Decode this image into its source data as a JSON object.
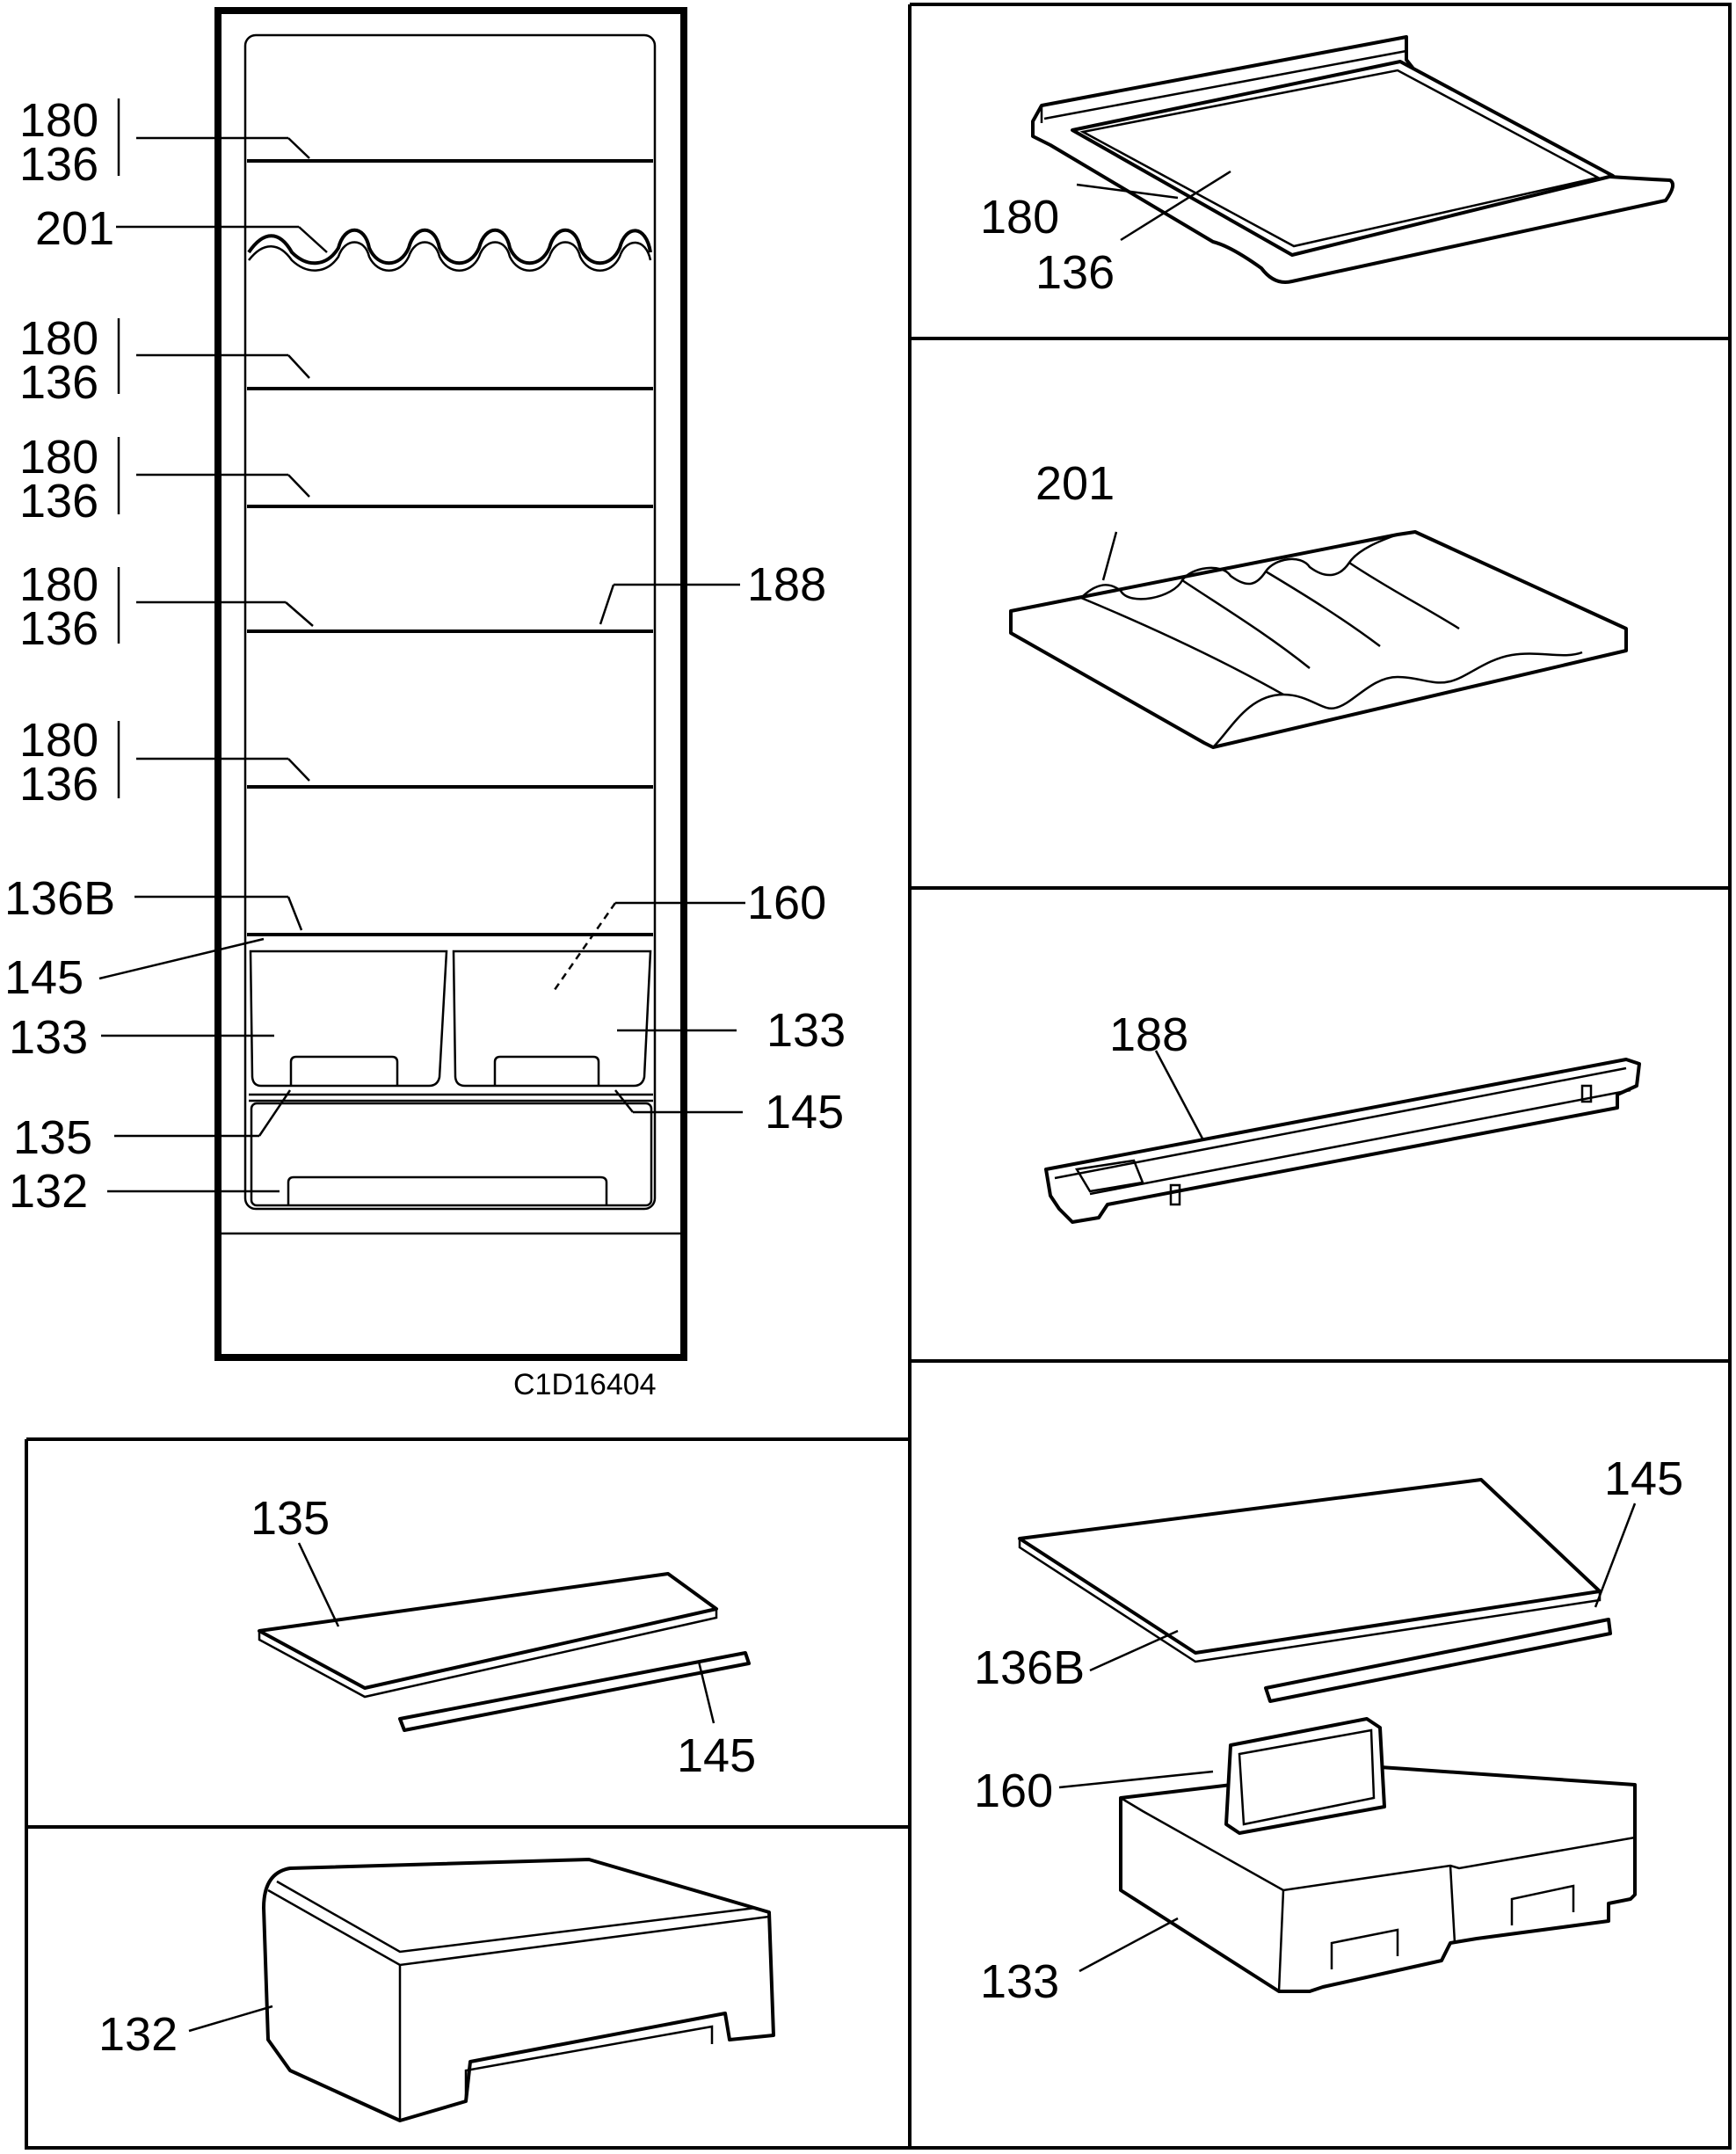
{
  "drawing_code": "C1D16404",
  "cabinet_labels": {
    "s1_top": "180",
    "s1_bot": "136",
    "rack": "201",
    "s2_top": "180",
    "s2_bot": "136",
    "s3_top": "180",
    "s3_bot": "136",
    "s4_top": "180",
    "s4_bot": "136",
    "s5_top": "180",
    "s5_bot": "136",
    "guide": "188",
    "cover": "136B",
    "divider": "160",
    "strip_left": "145",
    "crisper_left": "133",
    "crisper_right": "133",
    "strip_right": "145",
    "glass_small": "135",
    "drawer": "132"
  },
  "panels": {
    "glass_shelf": {
      "frame": "180",
      "glass": "136"
    },
    "bottle_rack": {
      "rack": "201"
    },
    "shelf_guide": {
      "guide": "188"
    },
    "crisper_set": {
      "strip": "145",
      "cover": "136B",
      "divider": "160",
      "crisper": "133"
    },
    "cover_glass": {
      "glass": "135",
      "strip": "145"
    },
    "drawer_box": {
      "drawer": "132"
    }
  }
}
